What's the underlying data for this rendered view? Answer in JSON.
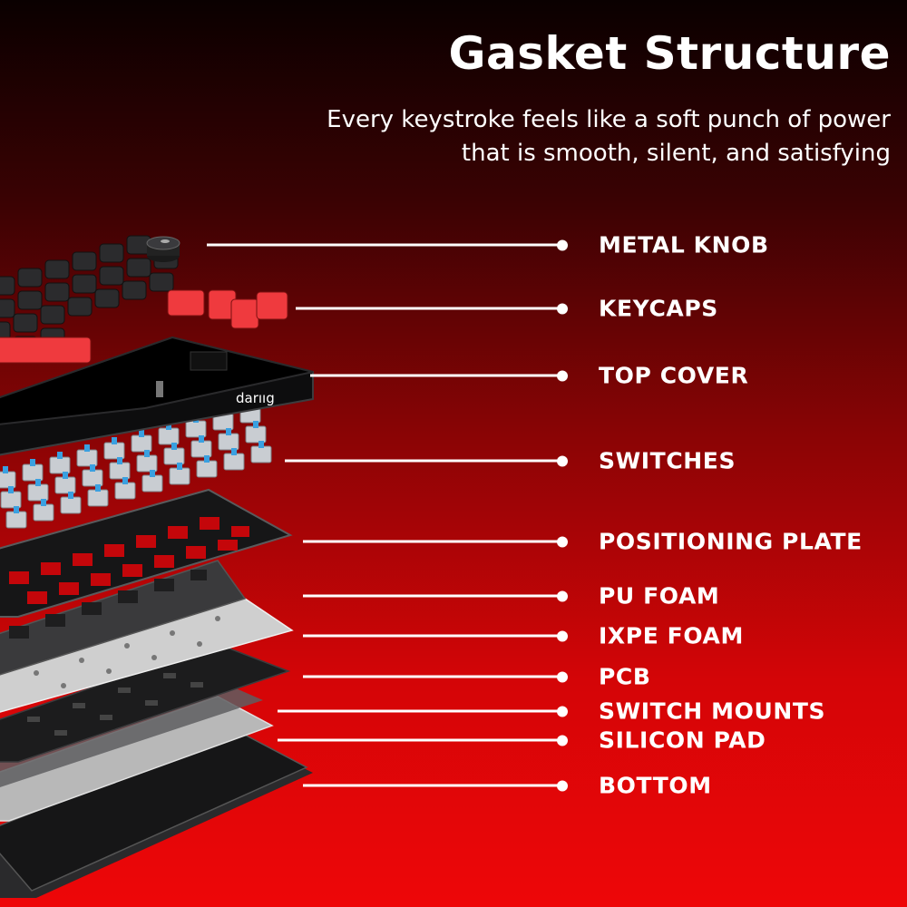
{
  "header": {
    "title": "Gasket Structure",
    "subtitle_line1": "Every keystroke feels like a soft punch of power",
    "subtitle_line2": "that is smooth, silent, and satisfying"
  },
  "brand": {
    "logo_text": "darııg"
  },
  "colors": {
    "background_top": "#0a0000",
    "background_bottom": "#ee0608",
    "accent_keycap": "#ef3a3e",
    "dark_keycap": "#2b2b2d",
    "switch_stem": "#3aa0e0",
    "text": "#ffffff"
  },
  "layers": [
    {
      "id": "metal-knob",
      "label": "METAL KNOB"
    },
    {
      "id": "keycaps",
      "label": "KEYCAPS"
    },
    {
      "id": "top-cover",
      "label": "TOP COVER"
    },
    {
      "id": "switches",
      "label": "SWITCHES"
    },
    {
      "id": "positioning-plate",
      "label": "POSITIONING PLATE"
    },
    {
      "id": "pu-foam",
      "label": "PU FOAM"
    },
    {
      "id": "ixpe-foam",
      "label": "IXPE FOAM"
    },
    {
      "id": "pcb",
      "label": "PCB"
    },
    {
      "id": "switch-mounts",
      "label": "SWITCH MOUNTS"
    },
    {
      "id": "silicon-pad",
      "label": "SILICON PAD"
    },
    {
      "id": "bottom",
      "label": "BOTTOM"
    }
  ]
}
